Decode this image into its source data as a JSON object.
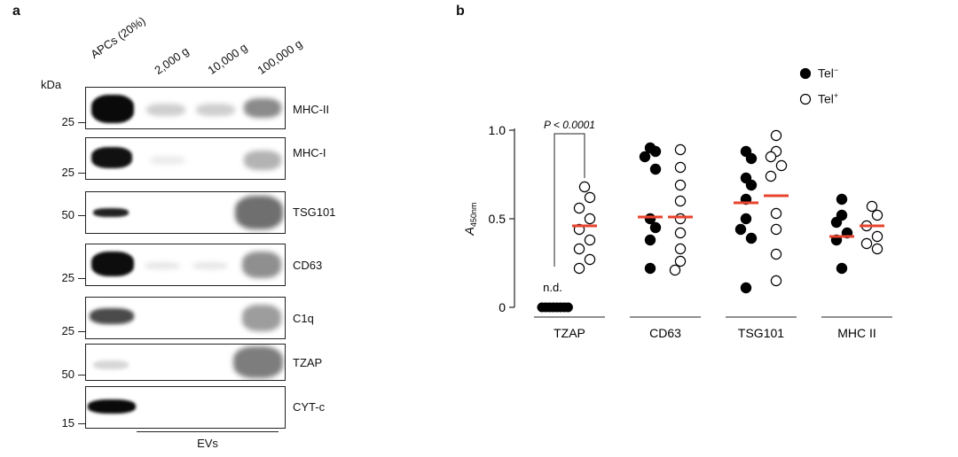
{
  "panel_a": {
    "letter": "a",
    "kda_label": "kDa",
    "lanes": [
      "APCs (20%)",
      "2,000 g",
      "10,000 g",
      "100,000 g"
    ],
    "blots": [
      {
        "name": "MHC-II",
        "marker": "25"
      },
      {
        "name": "MHC-I",
        "marker": "25"
      },
      {
        "name": "TSG101",
        "marker": "50"
      },
      {
        "name": "CD63",
        "marker": "25"
      },
      {
        "name": "C1q",
        "marker": "25"
      },
      {
        "name": "TZAP",
        "marker": "50"
      },
      {
        "name": "CYT-c",
        "marker": "15"
      }
    ],
    "evs_label": "EVs"
  },
  "panel_b": {
    "letter": "b",
    "legend": [
      {
        "label": "Tel",
        "sup": "−",
        "fill": "#000000"
      },
      {
        "label": "Tel",
        "sup": "+",
        "fill": "#ffffff"
      }
    ],
    "significance": "P < 0.0001",
    "nd_label": "n.d.",
    "ylabel_main": "A",
    "ylabel_sub": "450nm"
  },
  "chart_data": {
    "type": "scatter",
    "ylim": [
      0,
      1.0
    ],
    "yticks": [
      0,
      0.5,
      1.0
    ],
    "ytick_labels": [
      "0",
      "0.5",
      "1.0"
    ],
    "categories": [
      "TZAP",
      "CD63",
      "TSG101",
      "MHC II"
    ],
    "series": [
      {
        "name": "Tel−",
        "color": "#000000",
        "values": [
          [
            0,
            0,
            0,
            0,
            0,
            0,
            0,
            0
          ],
          [
            0.9,
            0.88,
            0.85,
            0.78,
            0.5,
            0.45,
            0.38,
            0.22
          ],
          [
            0.88,
            0.84,
            0.73,
            0.69,
            0.61,
            0.5,
            0.44,
            0.39,
            0.11
          ],
          [
            0.61,
            0.52,
            0.48,
            0.42,
            0.38,
            0.22
          ]
        ],
        "means": [
          0,
          0.51,
          0.59,
          0.4
        ]
      },
      {
        "name": "Tel+",
        "color": "#ffffff",
        "values": [
          [
            0.68,
            0.62,
            0.56,
            0.5,
            0.44,
            0.38,
            0.33,
            0.27,
            0.22
          ],
          [
            0.89,
            0.79,
            0.69,
            0.6,
            0.5,
            0.42,
            0.33,
            0.26,
            0.21
          ],
          [
            0.97,
            0.88,
            0.85,
            0.8,
            0.74,
            0.53,
            0.44,
            0.3,
            0.15
          ],
          [
            0.57,
            0.52,
            0.46,
            0.4,
            0.36,
            0.33
          ]
        ],
        "means": [
          0.46,
          0.51,
          0.63,
          0.46
        ]
      }
    ],
    "mean_color": "#e8432e"
  }
}
